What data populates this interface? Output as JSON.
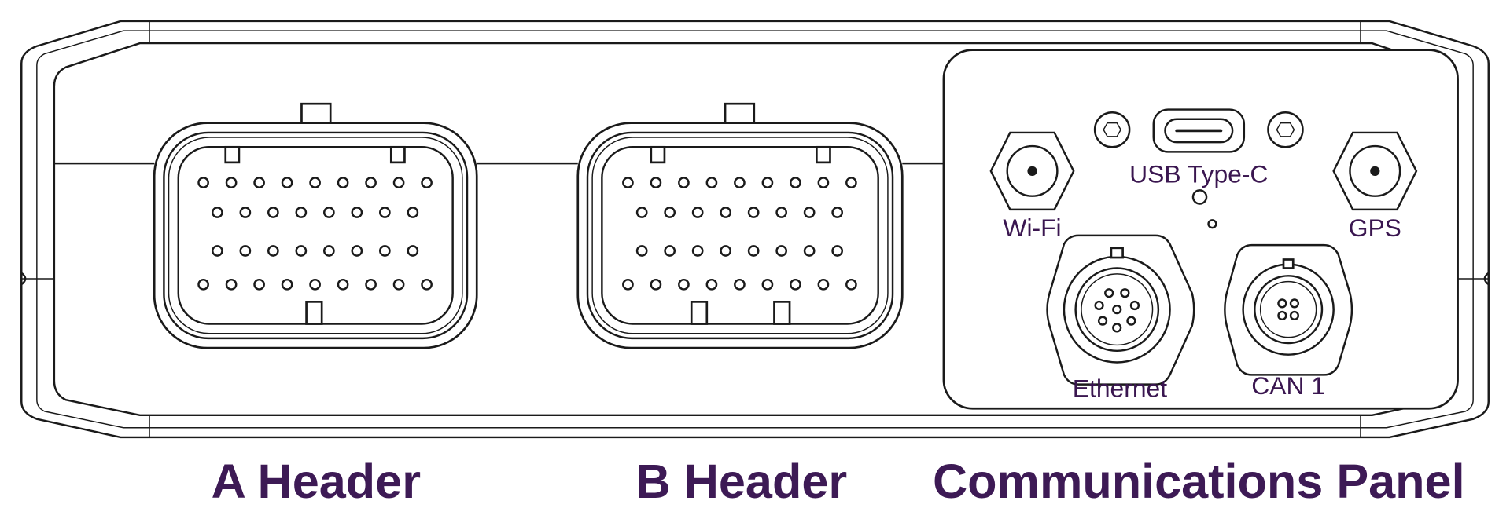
{
  "labels": {
    "a_header": "A Header",
    "b_header": "B Header",
    "communications_panel": "Communications Panel",
    "wifi": "Wi-Fi",
    "gps": "GPS",
    "usb": "USB Type-C",
    "ethernet": "Ethernet",
    "can1": "CAN 1"
  },
  "connectors": {
    "a_header_pin_rows": [
      9,
      8,
      8,
      9
    ],
    "b_header_pin_rows": [
      9,
      8,
      8,
      9
    ],
    "ethernet_pins": 8,
    "can1_pins": 4
  },
  "colors": {
    "label": "#3d1a55",
    "outline": "#1a1a1a"
  }
}
